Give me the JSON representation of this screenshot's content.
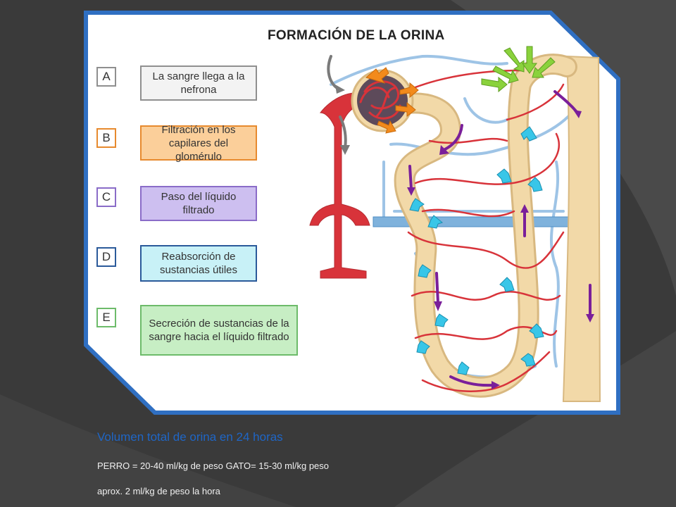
{
  "slide": {
    "title": "FORMACIÓN DE LA ORINA",
    "steps": [
      {
        "letter": "A",
        "text": "La sangre llega a la nefrona",
        "fill": "#f3f3f3",
        "border": "#8f8f8f",
        "letter_border": "#8f8f8f"
      },
      {
        "letter": "B",
        "text": "Filtración en los capilares del glomérulo",
        "fill": "#fbcf9a",
        "border": "#e78a2e",
        "letter_border": "#e78a2e"
      },
      {
        "letter": "C",
        "text": "Paso del líquido filtrado",
        "fill": "#cdbff0",
        "border": "#8a6cc8",
        "letter_border": "#8a6cc8"
      },
      {
        "letter": "D",
        "text": "Reabsorción de sustancias útiles",
        "fill": "#c8f1f7",
        "border": "#2b5a9a",
        "letter_border": "#2b5a9a"
      },
      {
        "letter": "E",
        "text": "Secreción de sustancias de la sangre hacia el líquido filtrado",
        "fill": "#c7eec4",
        "border": "#6dbb6a",
        "letter_border": "#6dbb6a"
      }
    ],
    "footer": {
      "heading": "Volumen total de orina en 24 horas",
      "line1": "PERRO = 20-40 ml/kg de peso  GATO= 15-30 ml/kg peso",
      "line2": "aprox. 2 ml/kg de peso la hora"
    },
    "colors": {
      "background": "#3a3a3a",
      "frame_border": "#2f6fc2",
      "tubule": "#f2d9a8",
      "blood": "#d8333a",
      "vein": "#9ec4e6",
      "arrow_filtrate": "#7a1f9a",
      "arrow_reabsorption": "#38c6e8",
      "arrow_secretion": "#8ad23c",
      "arrow_filtration": "#f28a1c",
      "footer_heading": "#1f66c6"
    }
  }
}
